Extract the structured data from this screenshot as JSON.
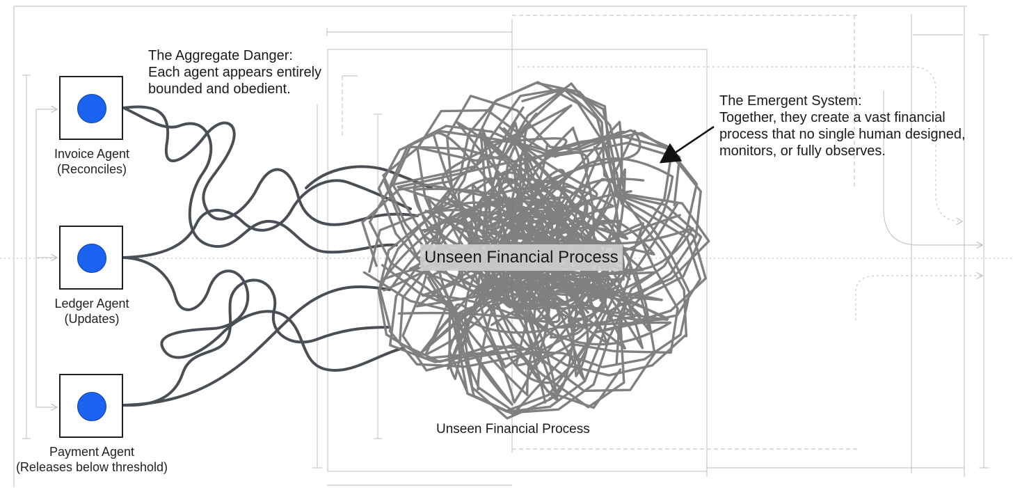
{
  "colors": {
    "agent_dot": "#1a63f0",
    "agent_box_border": "#1f1f1f",
    "wire": "#4a4f55",
    "tangle": "#7a7a7a",
    "guides": "#c8c8c8",
    "label_bg": "#cdcdcd"
  },
  "agents": [
    {
      "name": "Invoice Agent",
      "role": "(Reconciles)"
    },
    {
      "name": "Ledger Agent",
      "role": "(Updates)"
    },
    {
      "name": "Payment Agent",
      "role": "(Releases below threshold)"
    }
  ],
  "callouts": {
    "aggregate_danger": [
      "The Aggregate Danger:",
      "Each agent appears entirely",
      "bounded and obedient."
    ],
    "emergent_system": [
      "The Emergent System:",
      "Together, they create a vast financial",
      "process that no single human designed,",
      "monitors, or fully observes."
    ]
  },
  "center_label": "Unseen Financial Process",
  "bottom_label": "Unseen Financial Process"
}
